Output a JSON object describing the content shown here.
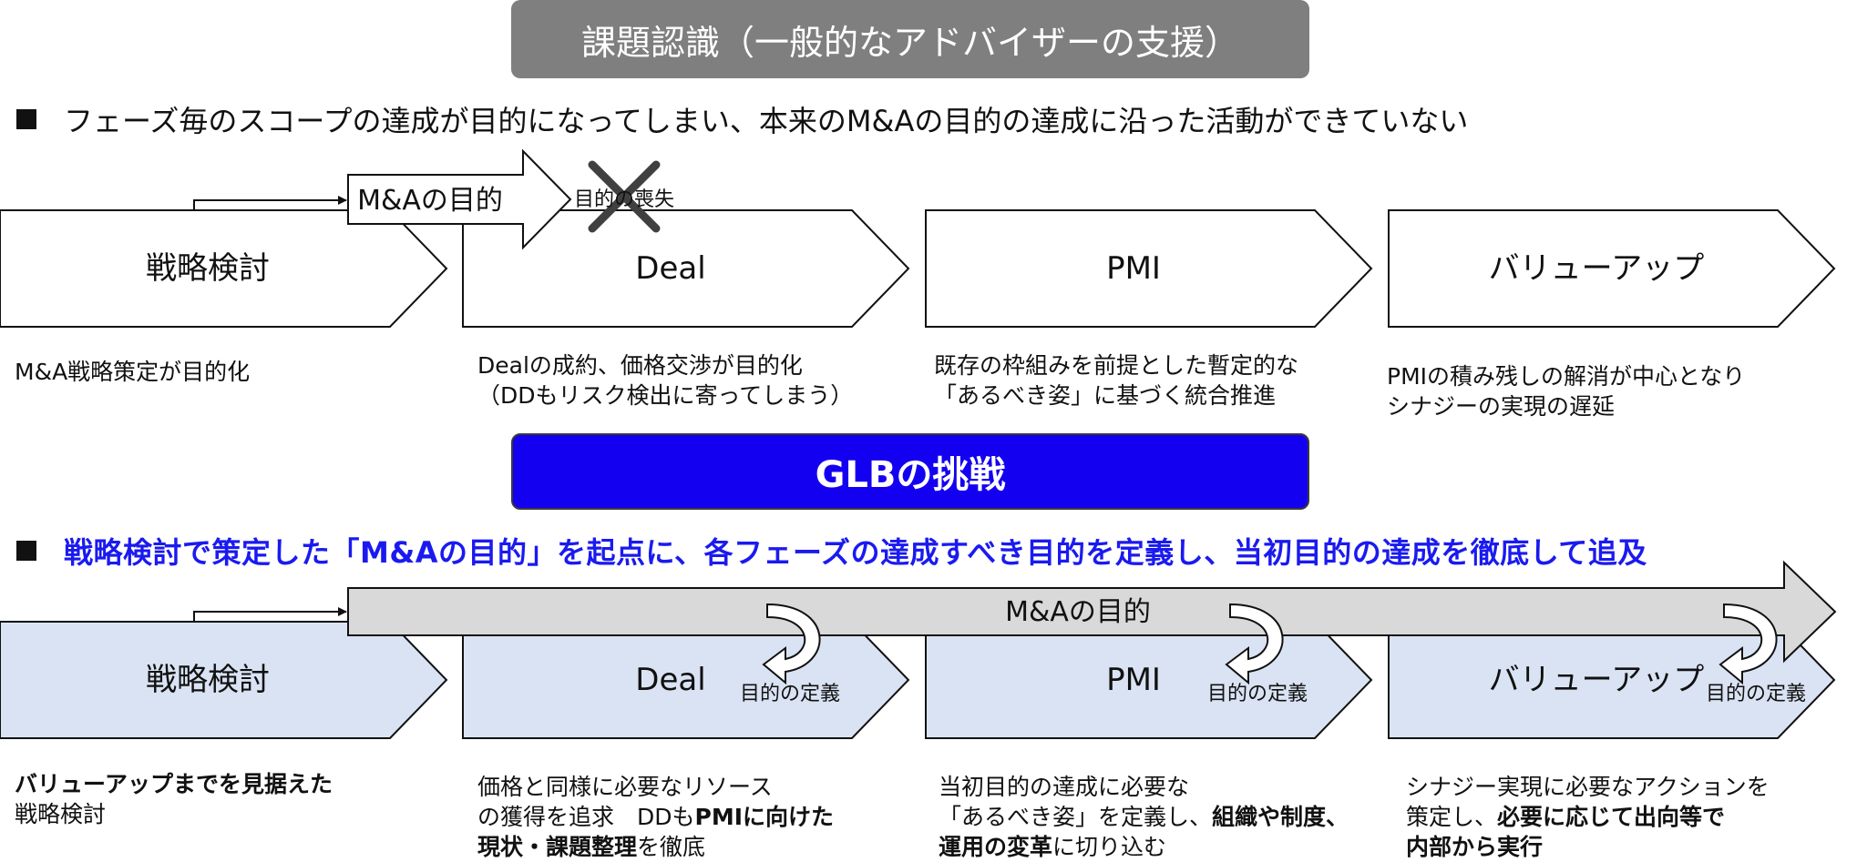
{
  "top": {
    "banner": "課題認識（一般的なアドバイザーの支援）",
    "bullet": "フェーズ毎のスコープの達成が目的になってしまい、本来のM&Aの目的の達成に沿った活動ができていない",
    "goal_arrow_label": "M&Aの目的",
    "loss_label": "目的の喪失",
    "phases": [
      "戦略検討",
      "Deal",
      "PMI",
      "バリューアップ"
    ],
    "descriptions": [
      [
        "M&A戦略策定が目的化"
      ],
      [
        "Dealの成約、価格交渉が目的化",
        "（DDもリスク検出に寄ってしまう）"
      ],
      [
        "既存の枠組みを前提とした暫定的な",
        "「あるべき姿」に基づく統合推進"
      ],
      [
        "PMIの積み残しの解消が中心となり",
        "シナジーの実現の遅延"
      ]
    ]
  },
  "bottom": {
    "banner": "GLBの挑戦",
    "bullet": "戦略検討で策定した「M&Aの目的」を起点に、各フェーズの達成すべき目的を定義し、当初目的の達成を徹底して追及",
    "goal_arrow_label": "M&Aの目的",
    "define_label": "目的の定義",
    "phases": [
      "戦略検討",
      "Deal",
      "PMI",
      "バリューアップ"
    ],
    "desc1": {
      "line1": "バリューアップまでを見据えた",
      "line2": "戦略検討"
    },
    "desc2": {
      "line1": "価格と同様に必要なリソース",
      "line2a": "の獲得を追求　DDも",
      "line2b": "PMIに向けた",
      "line3a": "現状・課題整理",
      "line3b": "を徹底"
    },
    "desc3": {
      "line1": "当初目的の達成に必要な",
      "line2a": "「あるべき姿」を定義し、",
      "line2b": "組織や制度、",
      "line3a": "運用の変革",
      "line3b": "に切り込む"
    },
    "desc4": {
      "line1": "シナジー実現に必要なアクションを",
      "line2a": "策定し、",
      "line2b": "必要に応じて出向等で",
      "line3": "内部から実行"
    }
  },
  "colors": {
    "banner_grey": "#7f7f7f",
    "banner_blue": "#1400f0",
    "bullet_blue": "#1a1af0",
    "phase_fill_bottom": "#dae3f3",
    "goal_arrow_bottom": "#d9d9d9",
    "cross": "#404040"
  }
}
